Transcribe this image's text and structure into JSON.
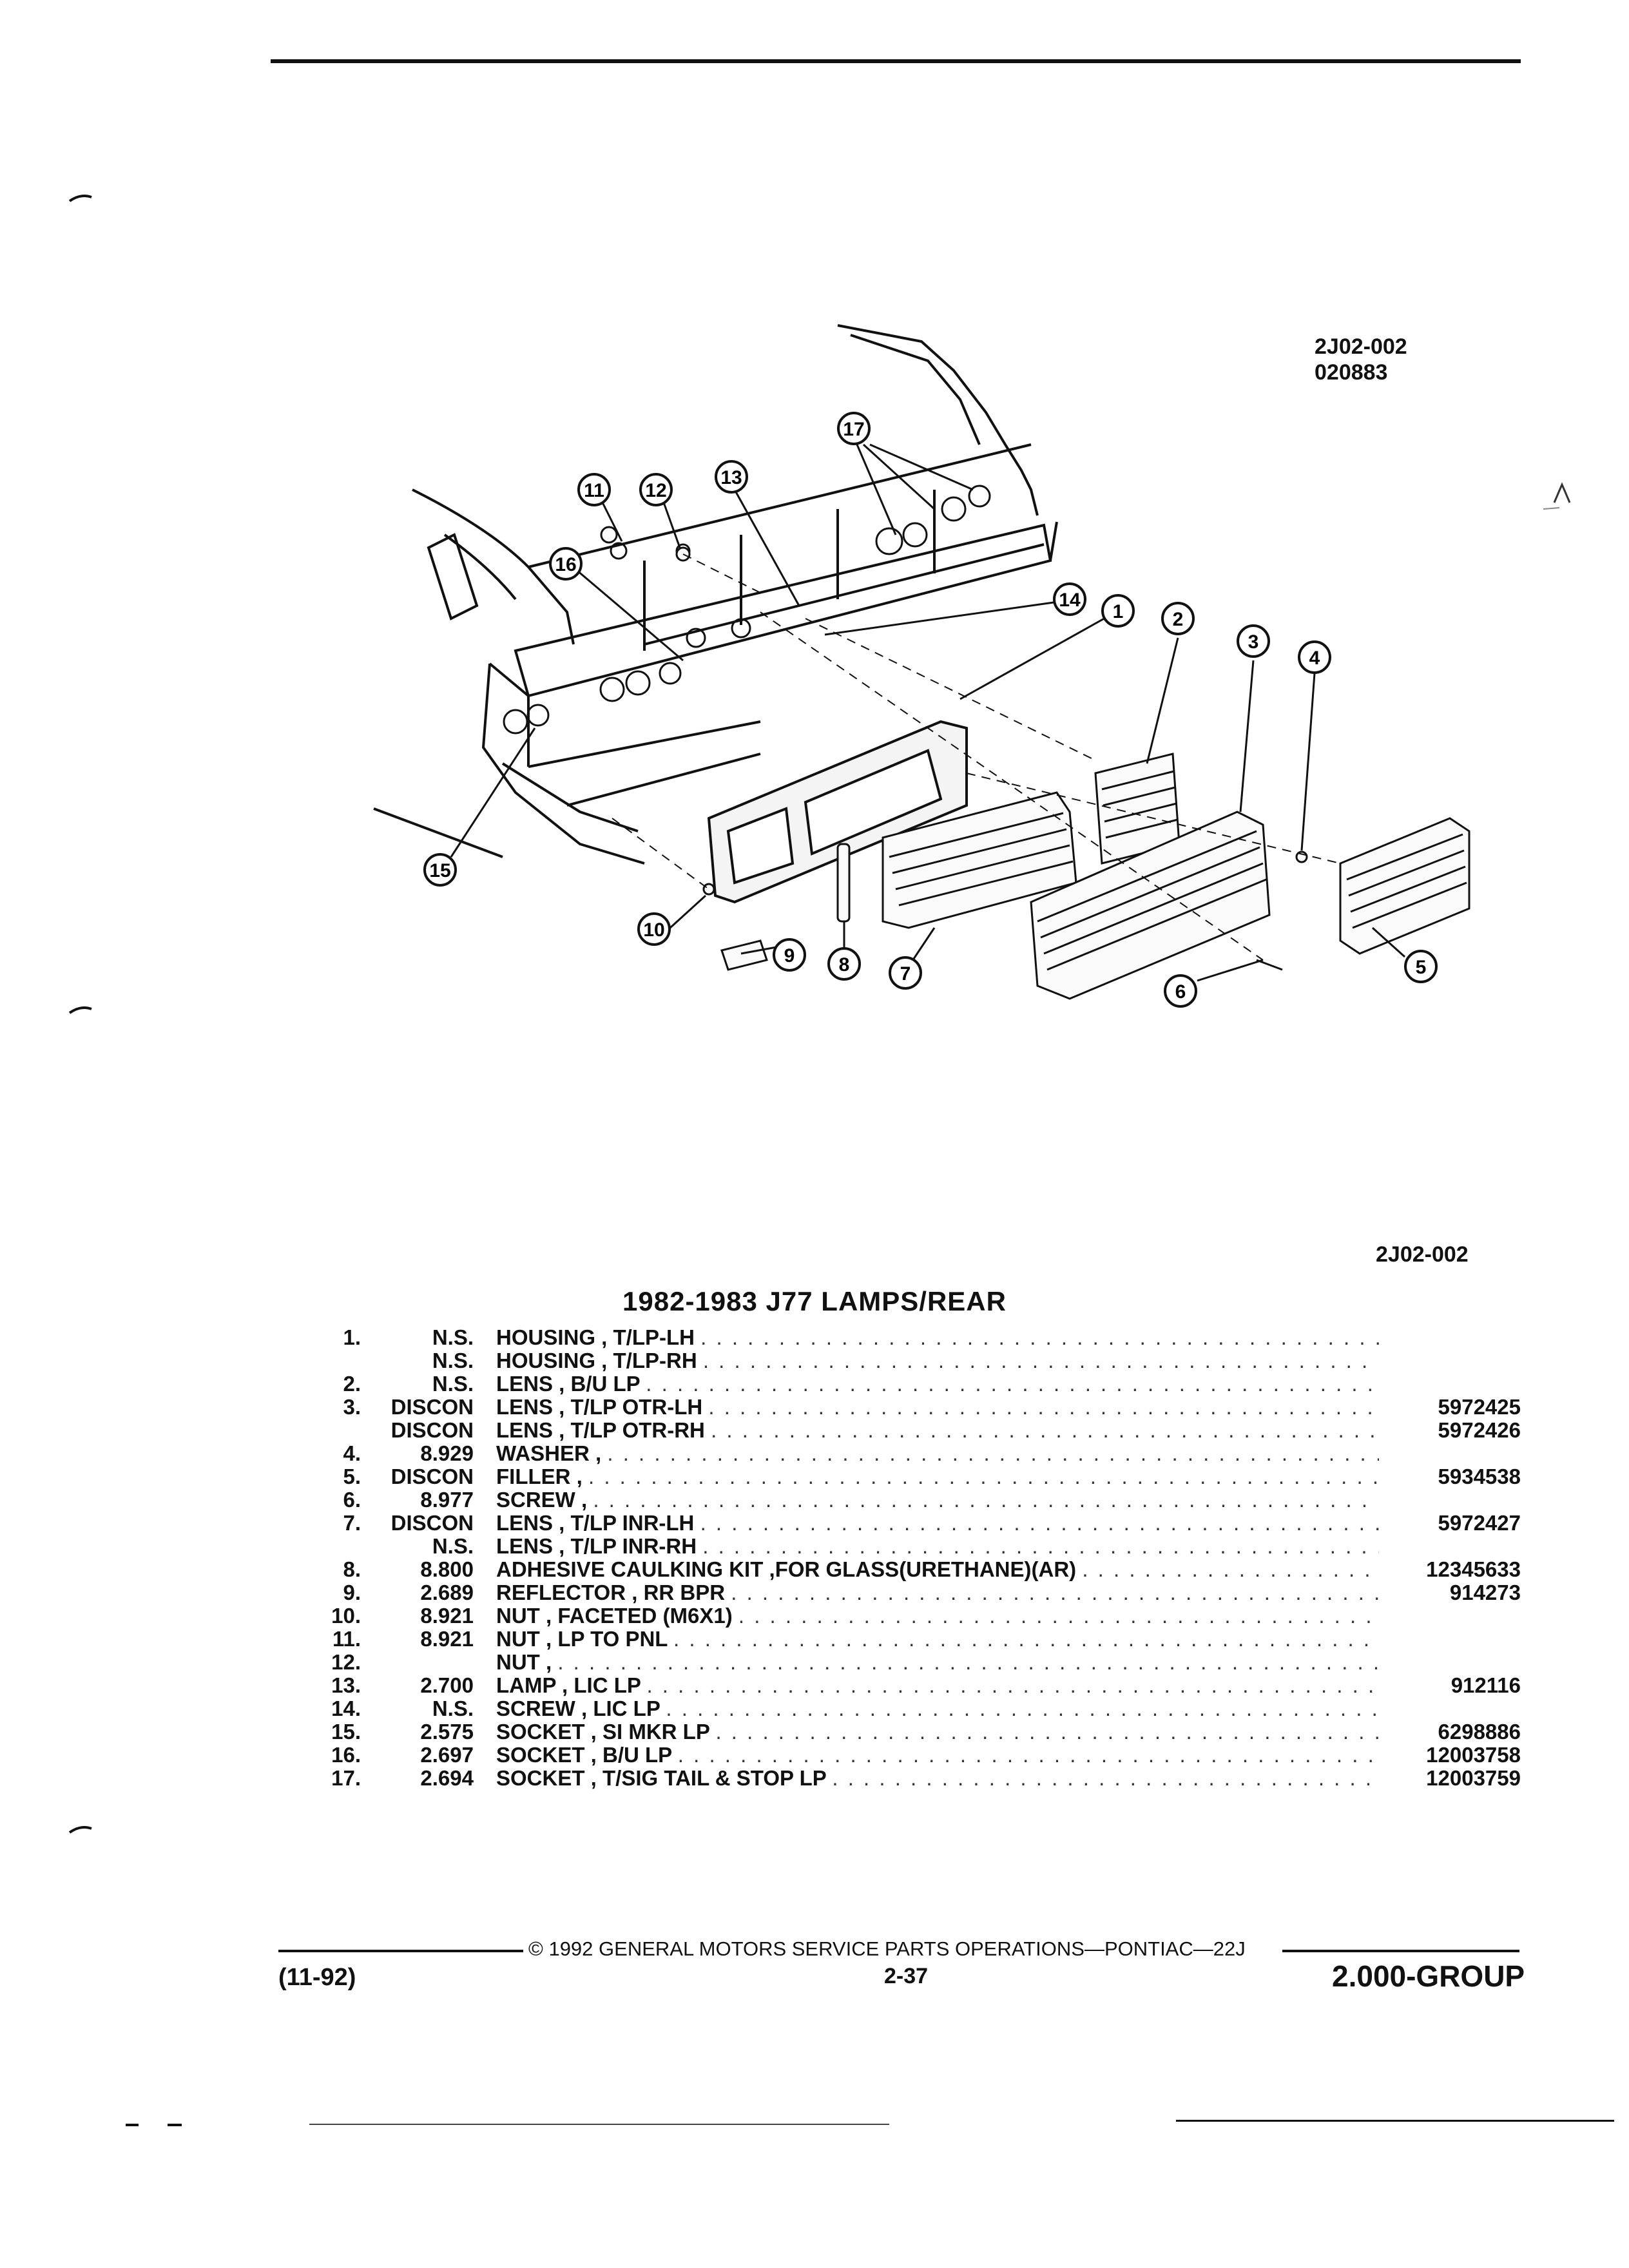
{
  "diagram": {
    "code": "2J02-002",
    "date_code": "020883",
    "callouts": [
      "1",
      "2",
      "3",
      "4",
      "5",
      "6",
      "7",
      "8",
      "9",
      "10",
      "11",
      "12",
      "13",
      "14",
      "15",
      "16",
      "17"
    ]
  },
  "section_code": "2J02-002",
  "title": "1982-1983 J77 LAMPS/REAR",
  "parts": [
    {
      "num": "1.",
      "price": "N.S.",
      "desc": "HOUSING , T/LP-LH",
      "pn": ""
    },
    {
      "num": "",
      "price": "N.S.",
      "desc": "HOUSING , T/LP-RH",
      "pn": ""
    },
    {
      "num": "2.",
      "price": "N.S.",
      "desc": "LENS , B/U LP",
      "pn": ""
    },
    {
      "num": "3.",
      "price": "DISCON",
      "desc": "LENS , T/LP OTR-LH",
      "pn": "5972425"
    },
    {
      "num": "",
      "price": "DISCON",
      "desc": "LENS , T/LP OTR-RH",
      "pn": "5972426"
    },
    {
      "num": "4.",
      "price": "8.929",
      "desc": "WASHER ,",
      "pn": ""
    },
    {
      "num": "5.",
      "price": "DISCON",
      "desc": "FILLER ,",
      "pn": "5934538"
    },
    {
      "num": "6.",
      "price": "8.977",
      "desc": "SCREW ,",
      "pn": ""
    },
    {
      "num": "7.",
      "price": "DISCON",
      "desc": "LENS , T/LP INR-LH",
      "pn": "5972427"
    },
    {
      "num": "",
      "price": "N.S.",
      "desc": "LENS , T/LP INR-RH",
      "pn": ""
    },
    {
      "num": "8.",
      "price": "8.800",
      "desc": "ADHESIVE CAULKING KIT ,FOR GLASS(URETHANE)(AR)",
      "pn": "12345633"
    },
    {
      "num": "9.",
      "price": "2.689",
      "desc": "REFLECTOR , RR BPR",
      "pn": "914273"
    },
    {
      "num": "10.",
      "price": "8.921",
      "desc": "NUT , FACETED (M6X1)",
      "pn": ""
    },
    {
      "num": "11.",
      "price": "8.921",
      "desc": "NUT , LP TO PNL",
      "pn": ""
    },
    {
      "num": "12.",
      "price": "",
      "desc": "NUT ,",
      "pn": ""
    },
    {
      "num": "13.",
      "price": "2.700",
      "desc": "LAMP , LIC LP",
      "pn": "912116"
    },
    {
      "num": "14.",
      "price": "N.S.",
      "desc": "SCREW , LIC LP",
      "pn": ""
    },
    {
      "num": "15.",
      "price": "2.575",
      "desc": "SOCKET , SI MKR LP",
      "pn": "6298886"
    },
    {
      "num": "16.",
      "price": "2.697",
      "desc": "SOCKET , B/U LP",
      "pn": "12003758"
    },
    {
      "num": "17.",
      "price": "2.694",
      "desc": "SOCKET , T/SIG TAIL & STOP LP",
      "pn": "12003759"
    }
  ],
  "footer": {
    "copyright": "© 1992 GENERAL MOTORS SERVICE PARTS OPERATIONS—PONTIAC—22J",
    "date": "(11-92)",
    "page": "2-37",
    "group": "2.000-GROUP"
  }
}
